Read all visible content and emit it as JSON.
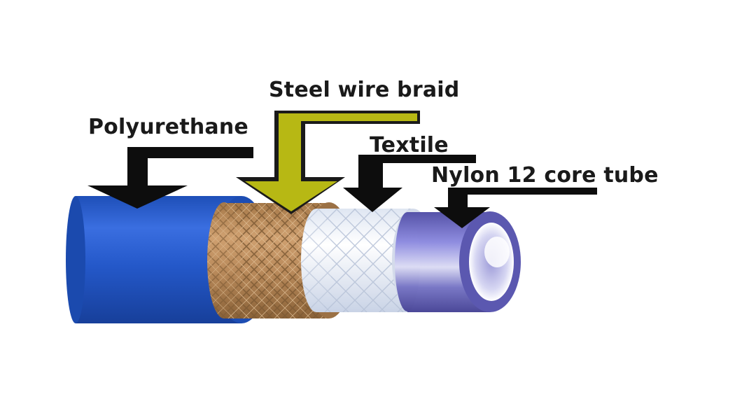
{
  "labels": {
    "polyurethane": "Polyurethane",
    "steel_wire_braid": "Steel wire braid",
    "textile": "Textile",
    "nylon_core_tube": "Nylon 12 core tube"
  },
  "colors": {
    "polyurethane": "#2458c9",
    "steel_wire_braid": "#b8895a",
    "textile": "#eef2f8",
    "nylon_core_tube": "#6a68b8",
    "steel_arrow": "#b7b814",
    "arrow": "#0d0d0d"
  }
}
